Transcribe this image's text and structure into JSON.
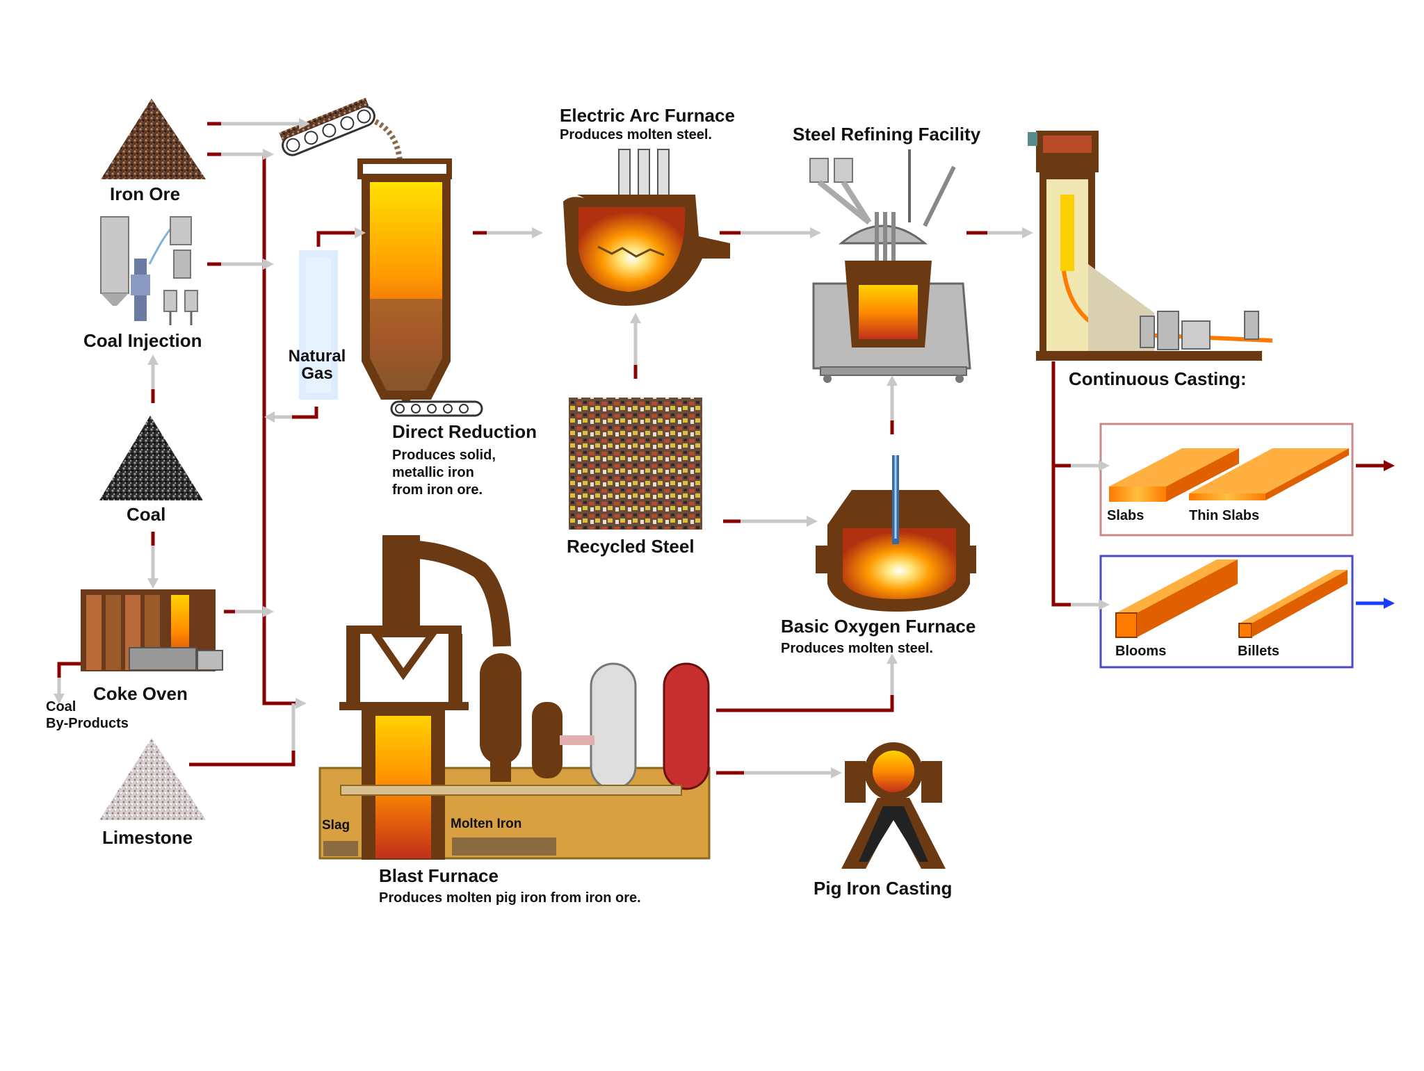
{
  "inputs": {
    "iron_ore": "Iron Ore",
    "coal_injection": "Coal Injection",
    "natural_gas": "Natural Gas",
    "coal": "Coal",
    "coke_oven": "Coke Oven",
    "coal_byproducts_line1": "Coal",
    "coal_byproducts_line2": "By-Products",
    "limestone": "Limestone"
  },
  "processes": {
    "direct_reduction": {
      "title": "Direct Reduction",
      "desc_line1": "Produces solid,",
      "desc_line2": "metallic iron",
      "desc_line3": "from iron ore."
    },
    "electric_arc_furnace": {
      "title": "Electric Arc Furnace",
      "desc": "Produces molten steel."
    },
    "steel_refining": {
      "title": "Steel Refining Facility"
    },
    "continuous_casting": {
      "title": "Continuous Casting:"
    },
    "recycled_steel": {
      "title": "Recycled Steel"
    },
    "basic_oxygen_furnace": {
      "title": "Basic Oxygen Furnace",
      "desc": "Produces molten steel."
    },
    "blast_furnace": {
      "title": "Blast Furnace",
      "desc": "Produces molten pig iron from iron ore.",
      "slag": "Slag",
      "molten_iron": "Molten Iron"
    },
    "pig_iron_casting": {
      "title": "Pig Iron Casting"
    }
  },
  "products": {
    "slabs": "Slabs",
    "thin_slabs": "Thin Slabs",
    "blooms": "Blooms",
    "billets": "Billets"
  },
  "colors": {
    "flow_red": "#8b0000",
    "flow_gray": "#c8c8c8",
    "flow_blue": "#1a3cff",
    "furnace_brown": "#6b3a12",
    "molten_orange": "#ff8c00",
    "box_red_border": "#c98a8a",
    "box_blue_border": "#4a4ac8"
  }
}
